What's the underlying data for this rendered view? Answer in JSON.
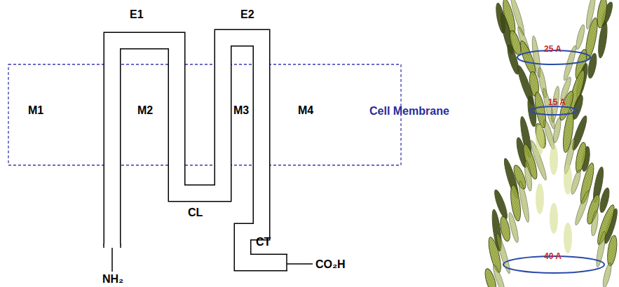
{
  "diagram": {
    "labels": [
      "E1",
      "E2",
      "M1",
      "M2",
      "M3",
      "M4",
      "Cell Membrane",
      "CL",
      "CT",
      "NH₂",
      "CO₂H",
      "25 A",
      "15 A",
      "40 A"
    ]
  }
}
